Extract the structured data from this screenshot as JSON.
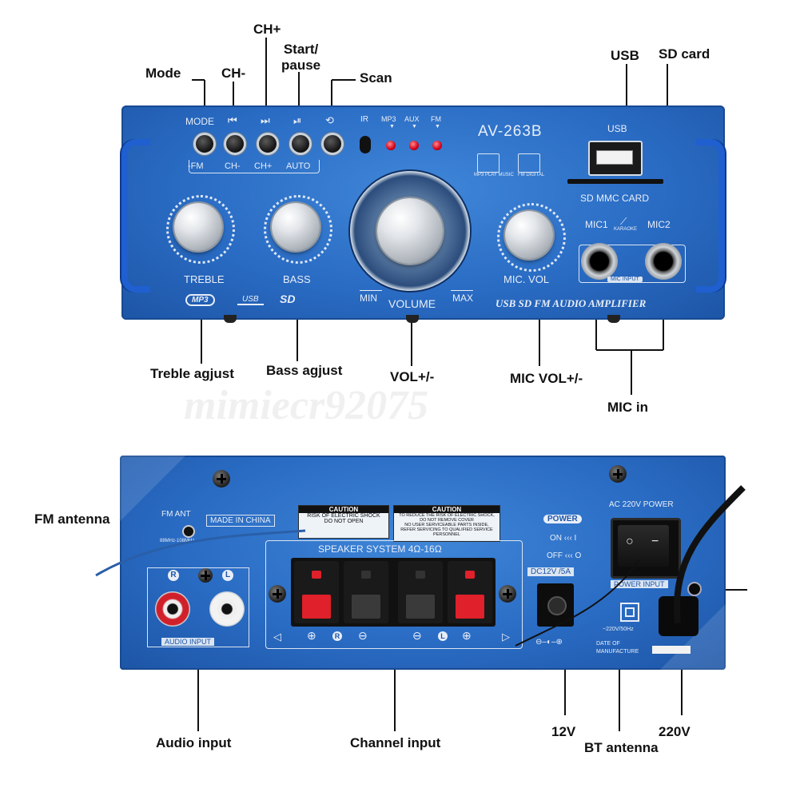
{
  "watermark": "mimiecr92075",
  "top_panel": {
    "model": "AV-263B",
    "button_labels": [
      "MODE",
      "⏮",
      "⏭",
      "⏯",
      "⟲"
    ],
    "button_sublabels": [
      "-FM",
      "CH-",
      "CH+",
      "AUTO"
    ],
    "ir_label": "IR",
    "mode_leds": [
      "MP3",
      "AUX",
      "FM"
    ],
    "mp3_logo": "MP3 PLAY MUSIC",
    "fm_logo": "FM DIGITAL",
    "usb_label": "USB",
    "sd_label": "SD MMC CARD",
    "mic1_label": "MIC1",
    "mic2_label": "MIC2",
    "karaoke_label": "KARAOKE",
    "mic_input_label": "MIC INPUT",
    "treble_label": "TREBLE",
    "bass_label": "BASS",
    "volume_label": "VOLUME",
    "min_label": "MIN",
    "max_label": "MAX",
    "mic_vol_label": "MIC. VOL",
    "mp3_badge": "MP3",
    "usb_badge": "USB",
    "sd_badge": "SD",
    "tagline": "USB SD FM AUDIO AMPLIFIER"
  },
  "top_callouts": {
    "mode": "Mode",
    "ch_minus": "CH-",
    "ch_plus": "CH+",
    "start_pause_line1": "Start/",
    "start_pause_line2": "pause",
    "scan": "Scan",
    "usb": "USB",
    "sd_card": "SD card",
    "treble": "Treble agjust",
    "bass": "Bass agjust",
    "vol": "VOL+/-",
    "mic_vol": "MIC VOL+/-",
    "mic_in": "MIC in"
  },
  "back_panel": {
    "fm_ant": "FM ANT",
    "fm_range": "88MHz-108MHz",
    "made_in": "MADE IN CHINA",
    "caution1_title": "CAUTION",
    "caution1_line1": "RISK OF ELECTRIC SHOCK",
    "caution1_line2": "DO NOT OPEN",
    "caution2_title": "CAUTION",
    "caution2_line1": "TO REDUCE THE RISK OF ELECTRIC SHOCK,",
    "caution2_line2": "DO NOT REMOVE COVER",
    "caution2_line3": "NO USER SERVICEABLE PARTS INSIDE,",
    "caution2_line4": "REFER SERVICING TO QUALIFIED SERVICE",
    "caution2_line5": "PERSONNEL",
    "power_label": "POWER",
    "on_label": "ON ‹‹‹ I",
    "off_label": "OFF ‹‹‹ O",
    "ac_label": "AC 220V POWER",
    "power_input_label": "POWER INPUT",
    "dc_label": "DC12V /5A",
    "speaker_label": "SPEAKER SYSTEM 4Ω-16Ω",
    "audio_input_label": "AUDIO INPUT",
    "r_label": "R",
    "l_label": "L",
    "ac_rating": "~220V/50Hz",
    "date_label_line1": "DATE OF",
    "date_label_line2": "MANUFACTURE"
  },
  "bottom_callouts": {
    "fm_antenna": "FM antenna",
    "audio_input": "Audio input",
    "channel_input": "Channel input",
    "twelve_v": "12V",
    "bt_antenna": "BT antenna",
    "two_twenty_v": "220V"
  },
  "colors": {
    "panel_blue": "#2a6cc4",
    "panel_dark": "#1d55a6",
    "handle_blue": "#1f5fd0",
    "led_red": "#d3001a",
    "terminal_red": "#e0202a"
  }
}
